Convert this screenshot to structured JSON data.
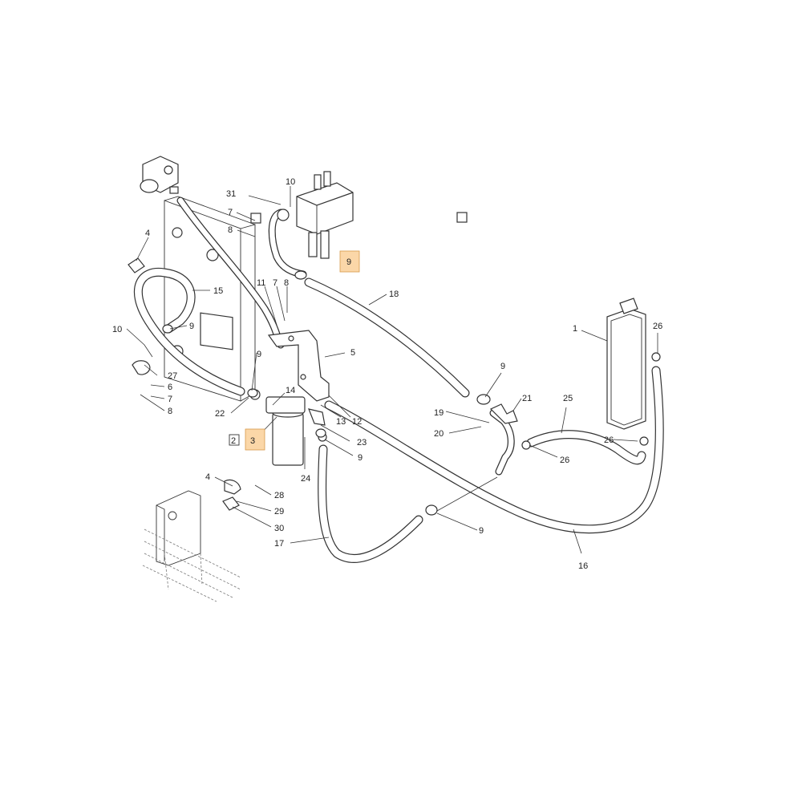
{
  "diagram": {
    "callouts": {
      "c1": "1",
      "c2": "2",
      "c3": "3",
      "c4a": "4",
      "c4b": "4",
      "c5": "5",
      "c6": "6",
      "c7a": "7",
      "c7b": "7",
      "c7c": "7",
      "c8a": "8",
      "c8b": "8",
      "c8c": "8",
      "c9a": "9",
      "c9b": "9",
      "c9c": "9",
      "c9d": "9",
      "c9e": "9",
      "c9f": "9",
      "c10a": "10",
      "c10b": "10",
      "c11": "11",
      "c12": "12",
      "c13": "13",
      "c14": "14",
      "c15": "15",
      "c16": "16",
      "c17": "17",
      "c18": "18",
      "c19": "19",
      "c20": "20",
      "c21": "21",
      "c22": "22",
      "c23": "23",
      "c24": "24",
      "c25": "25",
      "c26a": "26",
      "c26b": "26",
      "c26c": "26",
      "c27": "27",
      "c28": "28",
      "c29": "29",
      "c30": "30",
      "c31": "31"
    },
    "highlight_color": "#fbd7a8"
  }
}
